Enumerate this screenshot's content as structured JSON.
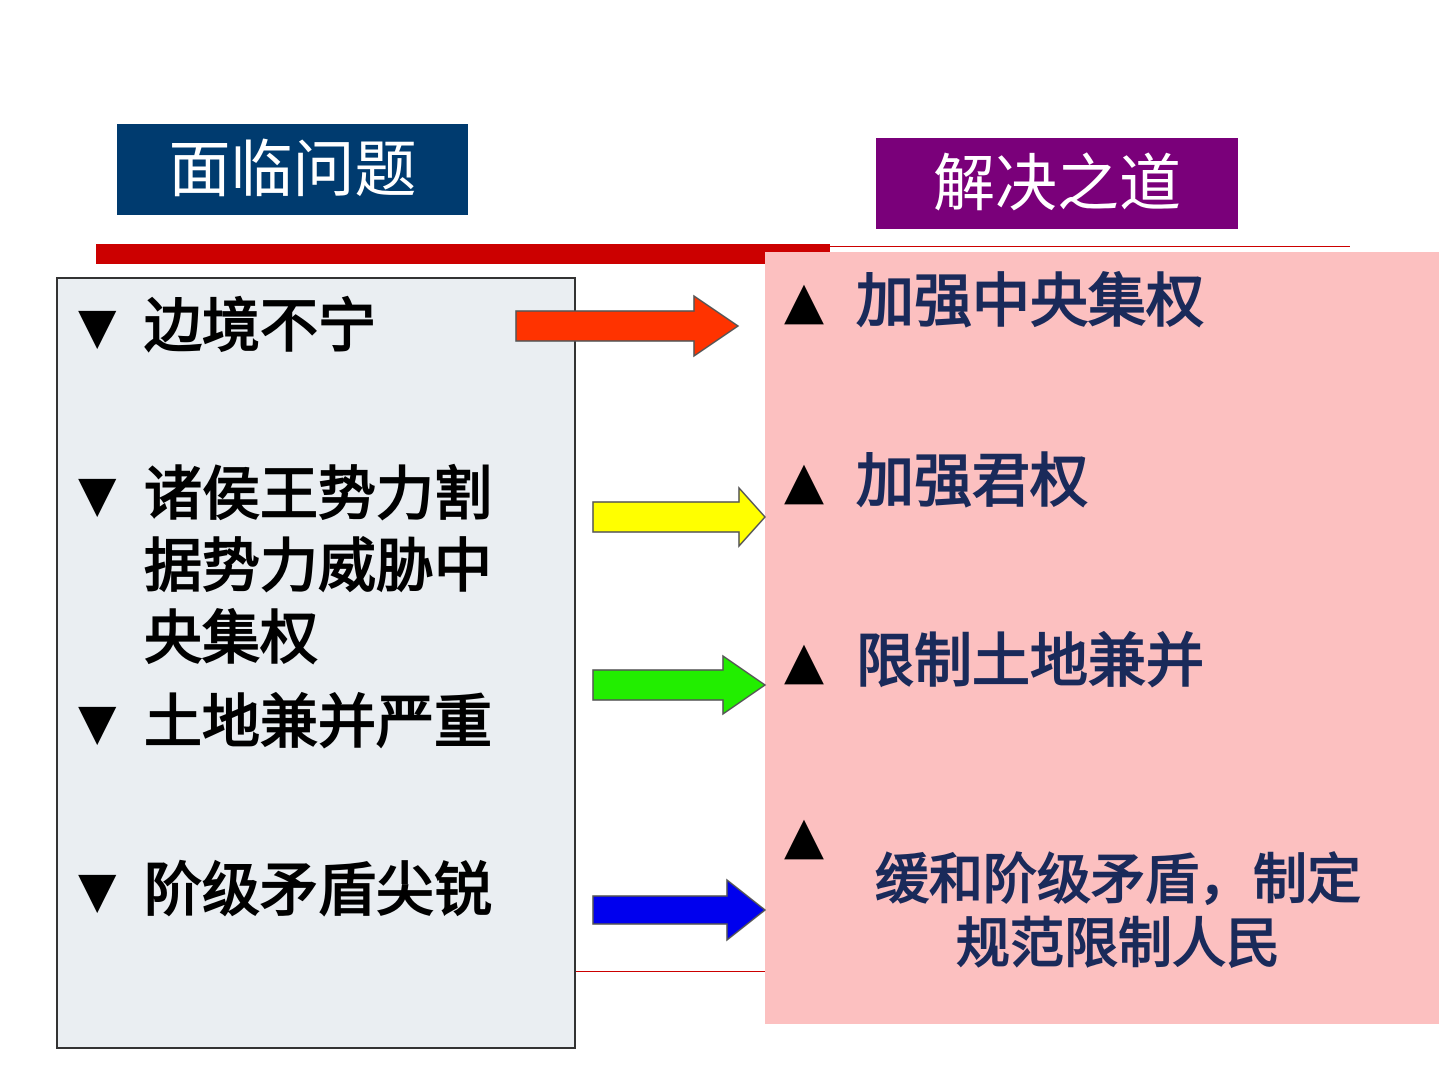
{
  "headers": {
    "problems": "面临问题",
    "solutions": "解决之道"
  },
  "colors": {
    "problems_header_bg": "#003b6f",
    "solutions_header_bg": "#7a007a",
    "red_bar": "#cc0000",
    "problems_panel_bg": "#eaeef2",
    "solutions_panel_bg": "#fcc0c0",
    "solution_text": "#1a2a5a",
    "arrow_1": "#ff3300",
    "arrow_2": "#ffff00",
    "arrow_3": "#22ee00",
    "arrow_4": "#0000ee"
  },
  "problems": {
    "marker": "▼",
    "items": [
      "边境不宁",
      "诸侯王势力割据势力威胁中央集权",
      "土地兼并严重",
      "阶级矛盾尖锐"
    ]
  },
  "solutions": {
    "marker": "▲",
    "items": [
      "加强中央集权",
      "加强君权",
      "限制土地兼并",
      "缓和阶级矛盾，制定规范限制人民"
    ]
  }
}
